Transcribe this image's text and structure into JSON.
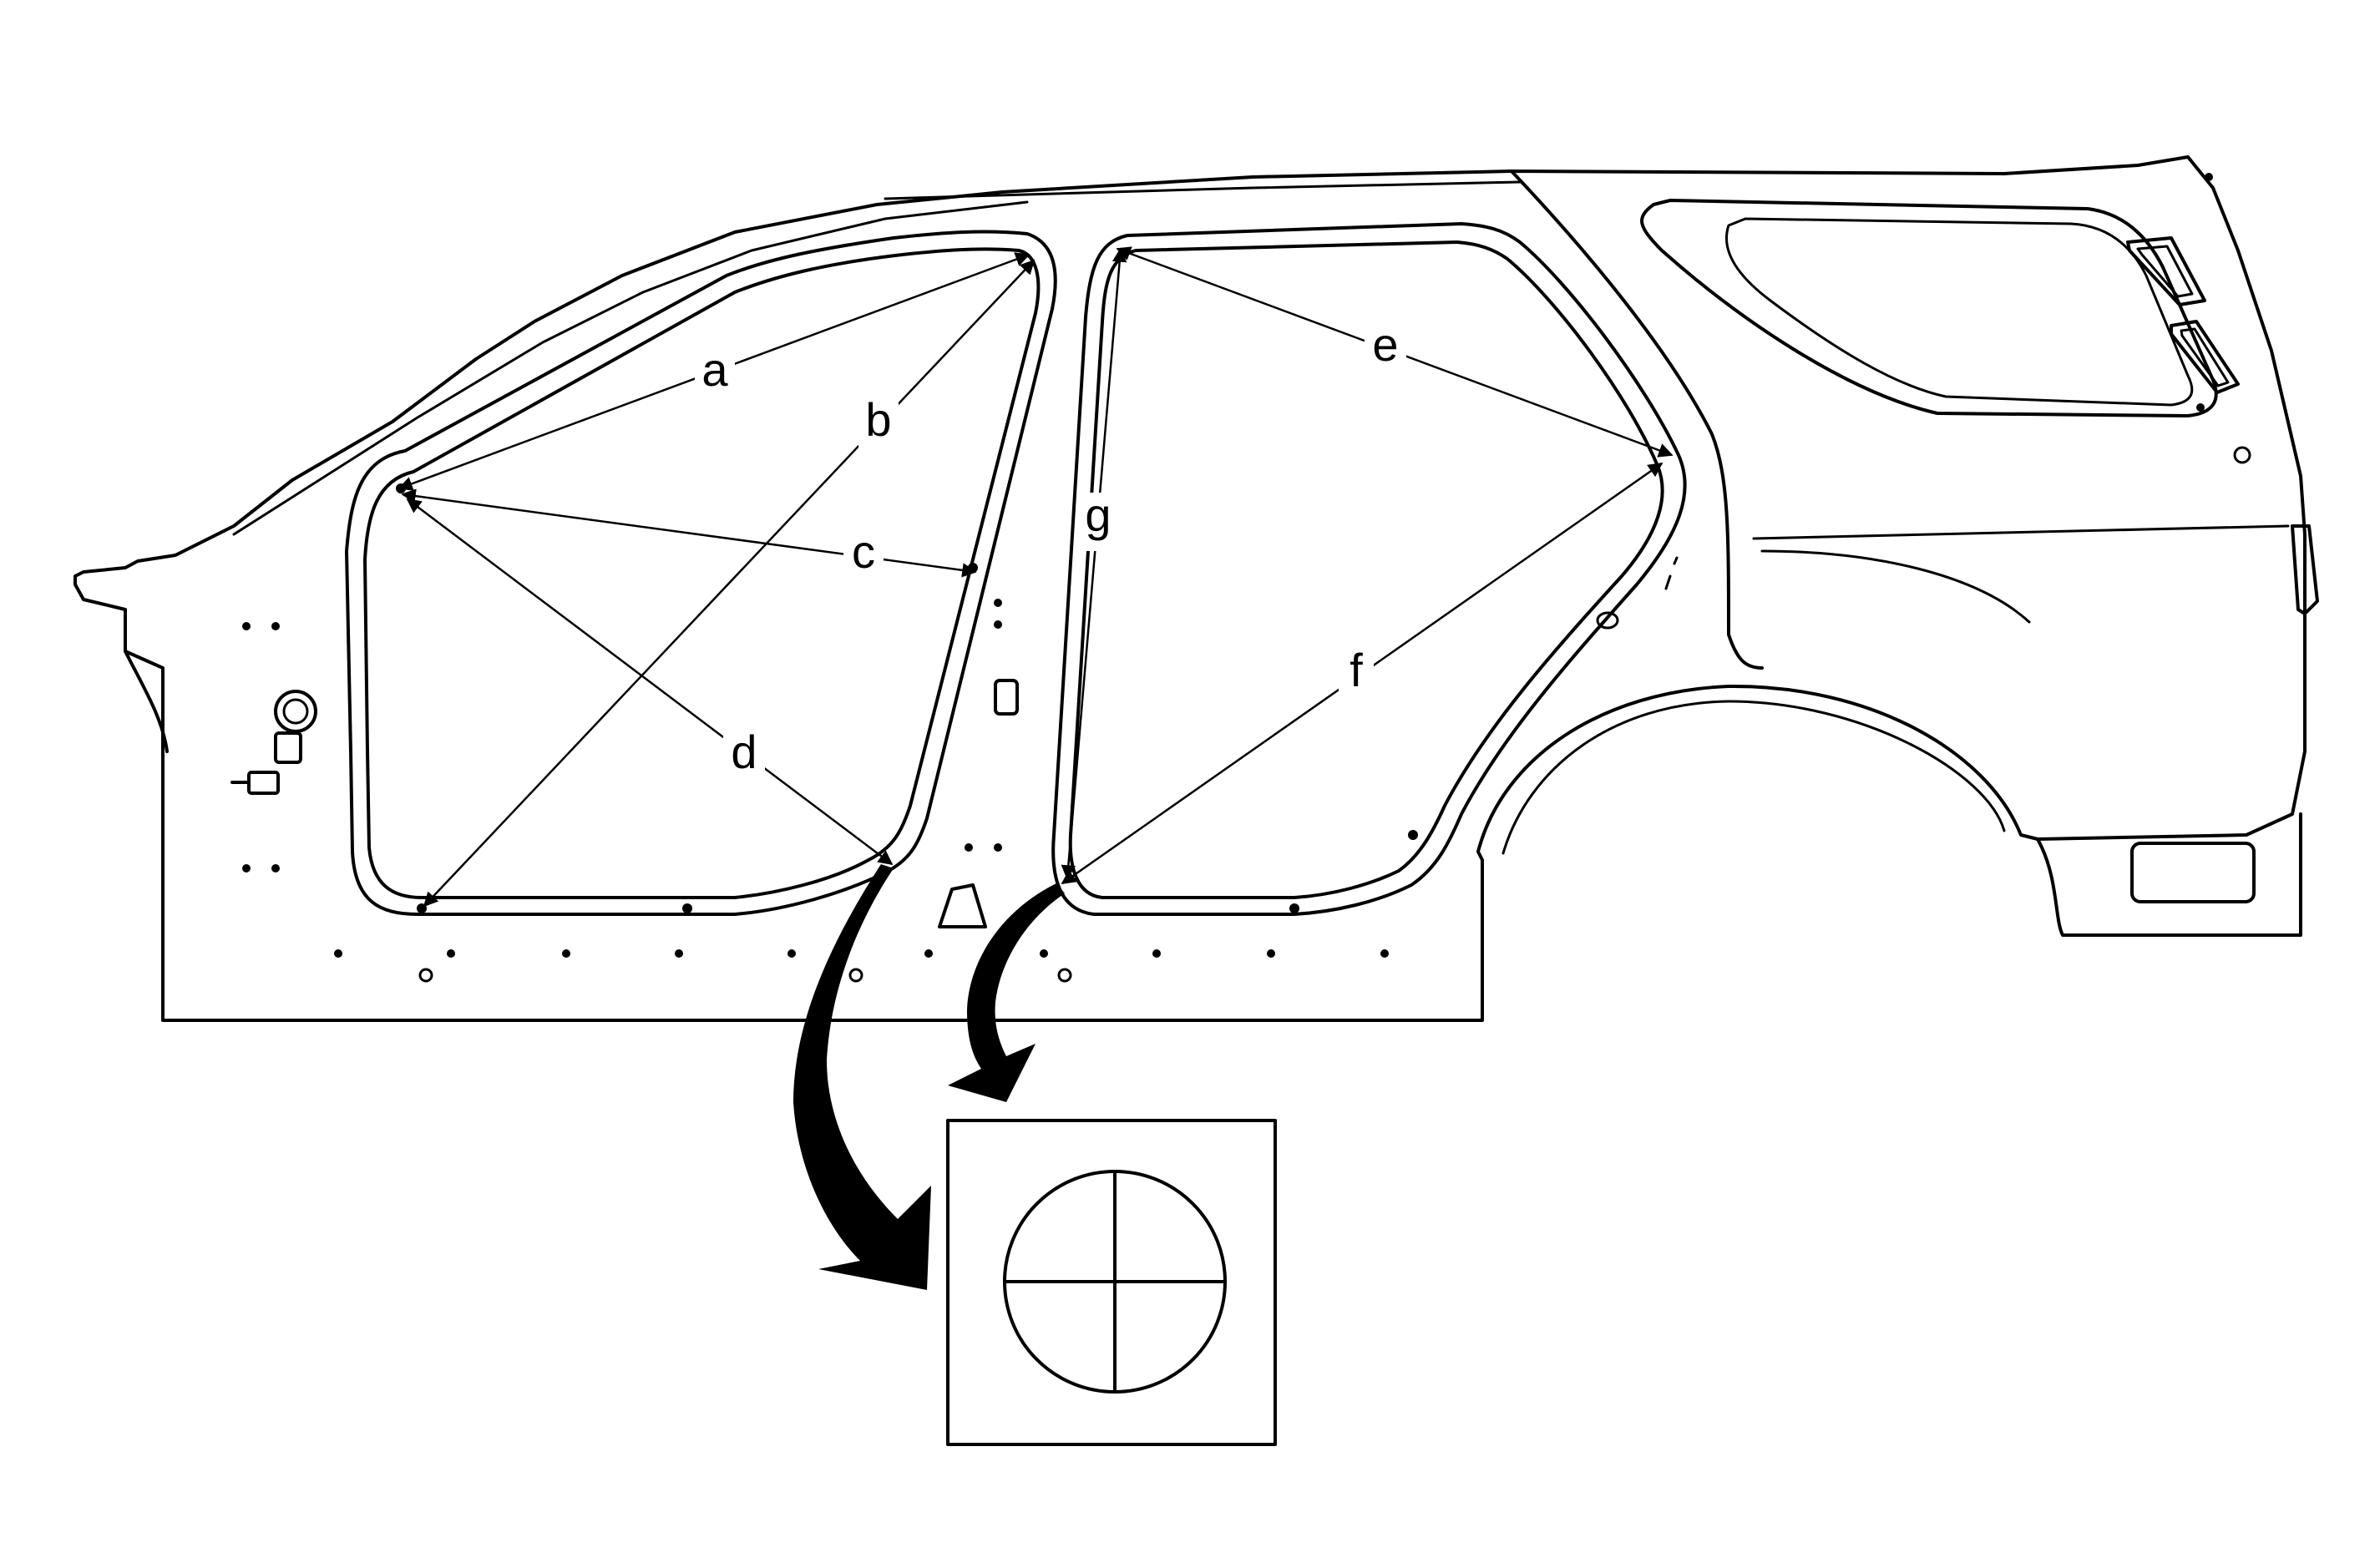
{
  "diagram": {
    "line_color": "#000000",
    "background_color": "#ffffff",
    "dimension_labels": [
      "a",
      "b",
      "c",
      "d",
      "e",
      "f",
      "g"
    ],
    "detail_view": {
      "symbol": "crossed-circle"
    }
  }
}
